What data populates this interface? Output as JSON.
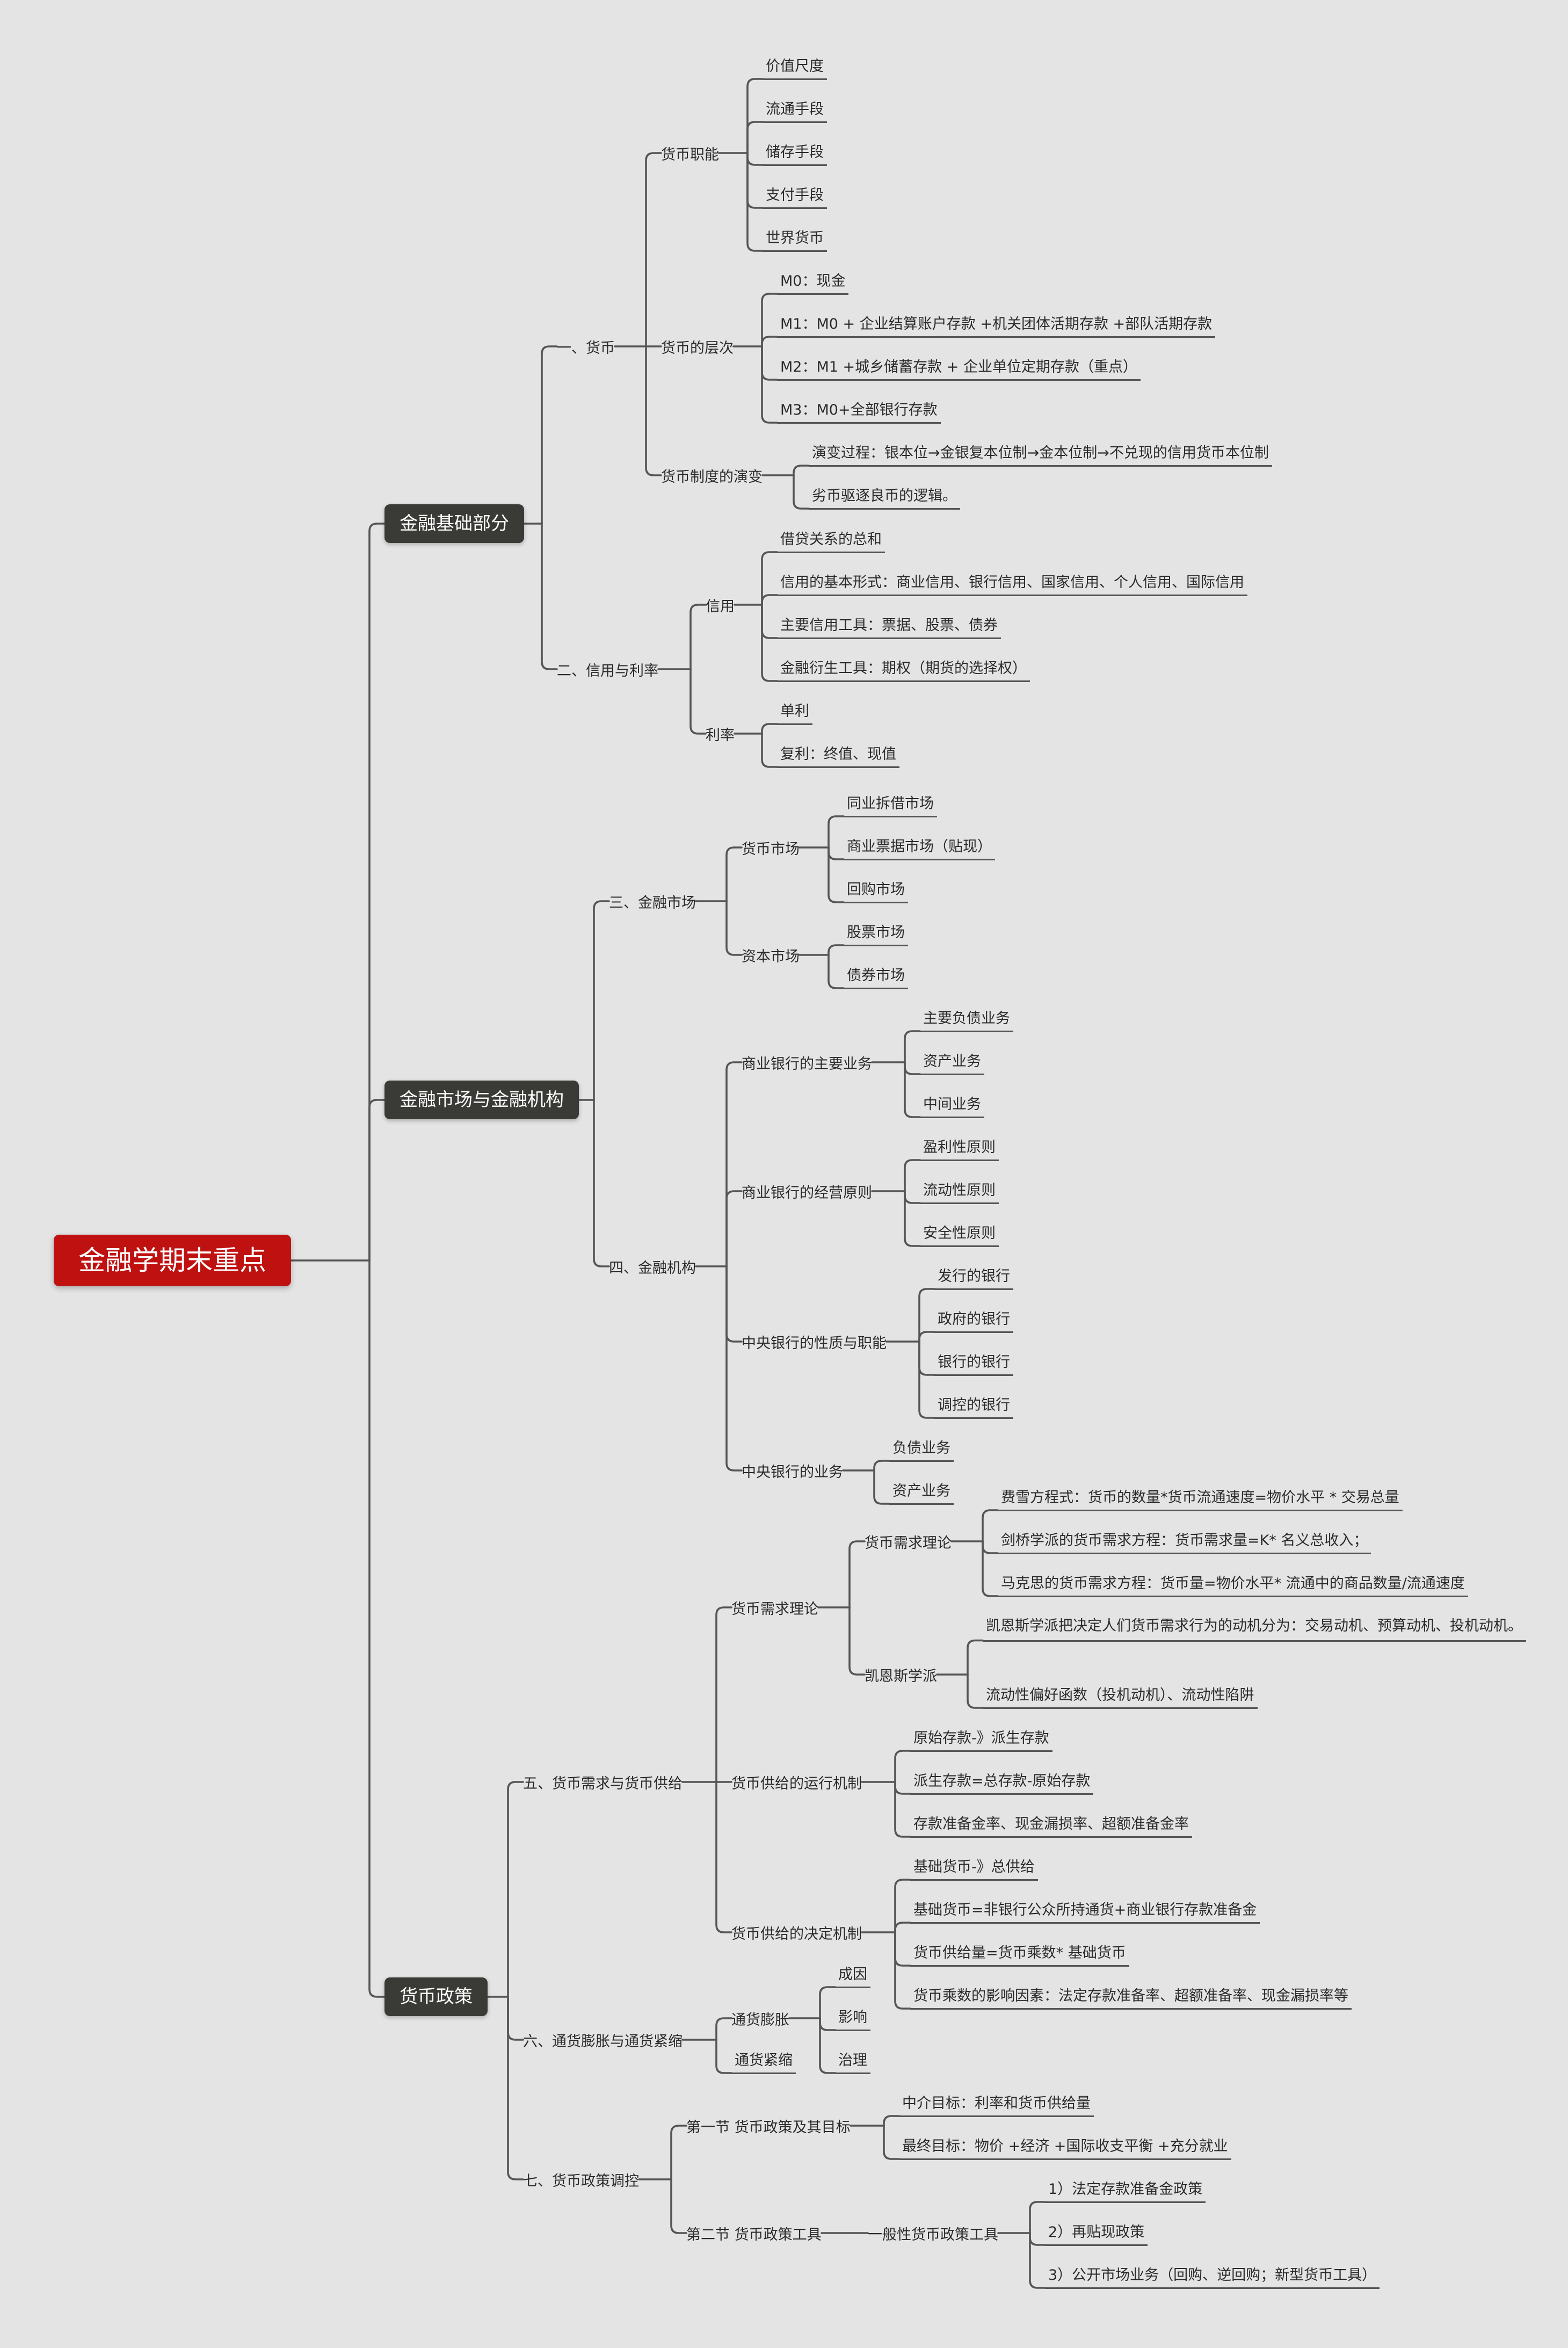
{
  "root": {
    "label": "金融学期末重点",
    "children": [
      {
        "label": "金融基础部分",
        "children": [
          {
            "label": "一、货币",
            "children": [
              {
                "label": "货币职能",
                "children": [
                  {
                    "label": "价值尺度"
                  },
                  {
                    "label": "流通手段"
                  },
                  {
                    "label": "储存手段"
                  },
                  {
                    "label": "支付手段"
                  },
                  {
                    "label": "世界货币"
                  }
                ]
              },
              {
                "label": "货币的层次",
                "children": [
                  {
                    "label": "M0：现金"
                  },
                  {
                    "label": "M1：M0 + 企业结算账户存款 +机关团体活期存款 +部队活期存款"
                  },
                  {
                    "label": "M2：M1 +城乡储蓄存款 + 企业单位定期存款（重点）"
                  },
                  {
                    "label": "M3：M0+全部银行存款"
                  }
                ]
              },
              {
                "label": "货币制度的演变",
                "children": [
                  {
                    "label": "演变过程：银本位→金银复本位制→金本位制→不兑现的信用货币本位制"
                  },
                  {
                    "label": "劣币驱逐良币的逻辑。"
                  }
                ]
              }
            ]
          },
          {
            "label": "二、信用与利率",
            "children": [
              {
                "label": "信用",
                "children": [
                  {
                    "label": "借贷关系的总和"
                  },
                  {
                    "label": "信用的基本形式：商业信用、银行信用、国家信用、个人信用、国际信用"
                  },
                  {
                    "label": "主要信用工具：票据、股票、债券"
                  },
                  {
                    "label": "金融衍生工具：期权（期货的选择权）"
                  }
                ]
              },
              {
                "label": "利率",
                "children": [
                  {
                    "label": "单利"
                  },
                  {
                    "label": "复利：终值、现值"
                  }
                ]
              }
            ]
          }
        ]
      },
      {
        "label": "金融市场与金融机构",
        "children": [
          {
            "label": "三、金融市场",
            "children": [
              {
                "label": "货币市场",
                "children": [
                  {
                    "label": "同业拆借市场"
                  },
                  {
                    "label": "商业票据市场（贴现）"
                  },
                  {
                    "label": "回购市场"
                  }
                ]
              },
              {
                "label": "资本市场",
                "children": [
                  {
                    "label": "股票市场"
                  },
                  {
                    "label": "债券市场"
                  }
                ]
              }
            ]
          },
          {
            "label": "四、金融机构",
            "children": [
              {
                "label": "商业银行的主要业务",
                "children": [
                  {
                    "label": "主要负债业务"
                  },
                  {
                    "label": "资产业务"
                  },
                  {
                    "label": "中间业务"
                  }
                ]
              },
              {
                "label": "商业银行的经营原则",
                "children": [
                  {
                    "label": "盈利性原则"
                  },
                  {
                    "label": "流动性原则"
                  },
                  {
                    "label": "安全性原则"
                  }
                ]
              },
              {
                "label": "中央银行的性质与职能",
                "children": [
                  {
                    "label": "发行的银行"
                  },
                  {
                    "label": "政府的银行"
                  },
                  {
                    "label": "银行的银行"
                  },
                  {
                    "label": "调控的银行"
                  }
                ]
              },
              {
                "label": "中央银行的业务",
                "children": [
                  {
                    "label": "负债业务"
                  },
                  {
                    "label": "资产业务"
                  }
                ]
              }
            ]
          }
        ]
      },
      {
        "label": "货币政策",
        "children": [
          {
            "label": "五、货币需求与货币供给",
            "children": [
              {
                "label": "货币需求理论",
                "children": [
                  {
                    "label": "货币需求理论",
                    "children": [
                      {
                        "label": "费雪方程式：货币的数量*货币流通速度=物价水平 * 交易总量"
                      },
                      {
                        "label": "剑桥学派的货币需求方程：货币需求量=K* 名义总收入；"
                      },
                      {
                        "label": "马克思的货币需求方程：货币量=物价水平* 流通中的商品数量/流通速度"
                      }
                    ]
                  },
                  {
                    "label": "凯恩斯学派",
                    "children": [
                      {
                        "label": "凯恩斯学派把决定人们货币需求行为的动机分为：交易动机、预算动机、投机动机。"
                      },
                      {
                        "label": "流动性偏好函数（投机动机）、流动性陷阱"
                      }
                    ]
                  }
                ]
              },
              {
                "label": "货币供给的运行机制",
                "children": [
                  {
                    "label": "原始存款-》派生存款"
                  },
                  {
                    "label": "派生存款=总存款-原始存款"
                  },
                  {
                    "label": "存款准备金率、现金漏损率、超额准备金率"
                  }
                ]
              },
              {
                "label": "货币供给的决定机制",
                "children": [
                  {
                    "label": "基础货币-》总供给"
                  },
                  {
                    "label": "基础货币=非银行公众所持通货+商业银行存款准备金"
                  },
                  {
                    "label": "货币供给量=货币乘数* 基础货币"
                  },
                  {
                    "label": "货币乘数的影响因素：法定存款准备率、超额准备率、现金漏损率等"
                  }
                ]
              }
            ]
          },
          {
            "label": "六、通货膨胀与通货紧缩",
            "children": [
              {
                "label": "通货膨胀",
                "children": [
                  {
                    "label": "成因"
                  },
                  {
                    "label": "影响"
                  },
                  {
                    "label": "治理"
                  }
                ]
              },
              {
                "label": "通货紧缩"
              }
            ]
          },
          {
            "label": "七、货币政策调控",
            "children": [
              {
                "label": "第一节 货币政策及其目标",
                "children": [
                  {
                    "label": "中介目标：利率和货币供给量"
                  },
                  {
                    "label": "最终目标：物价 +经济 +国际收支平衡 +充分就业"
                  }
                ]
              },
              {
                "label": "第二节 货币政策工具",
                "children": [
                  {
                    "label": "一般性货币政策工具",
                    "children": [
                      {
                        "label": "1）法定存款准备金政策"
                      },
                      {
                        "label": "2）再贴现政策"
                      },
                      {
                        "label": "3）公开市场业务（回购、逆回购；新型货币工具）"
                      }
                    ]
                  }
                ]
              }
            ]
          }
        ]
      }
    ]
  }
}
